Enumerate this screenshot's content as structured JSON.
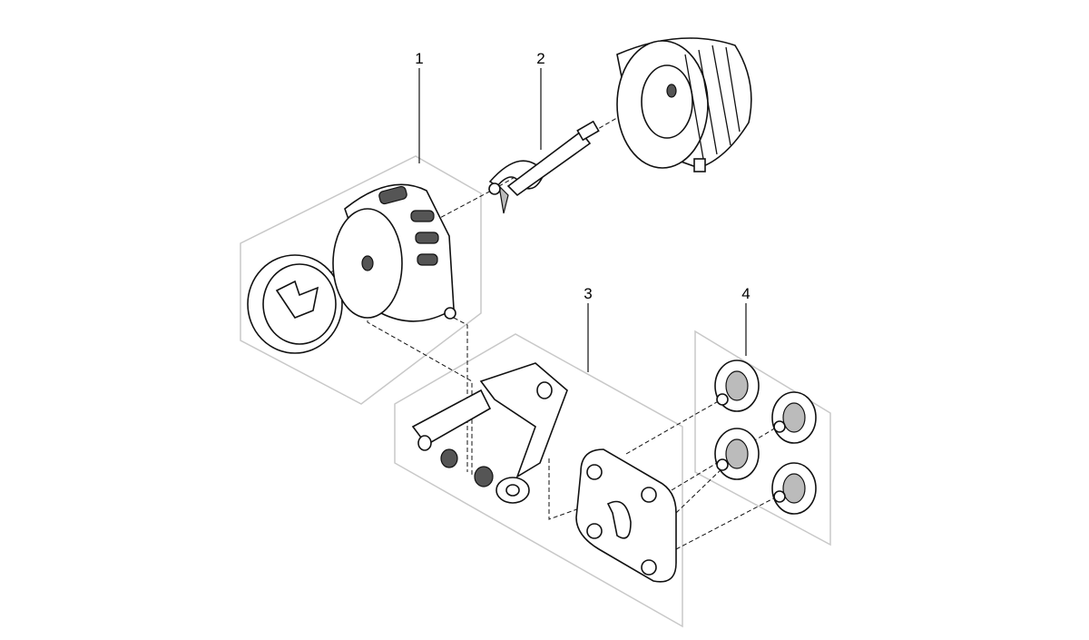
{
  "diagram": {
    "type": "exploded-parts-view",
    "callouts": [
      {
        "number": "1"
      },
      {
        "number": "2"
      },
      {
        "number": "3"
      },
      {
        "number": "4"
      }
    ]
  }
}
